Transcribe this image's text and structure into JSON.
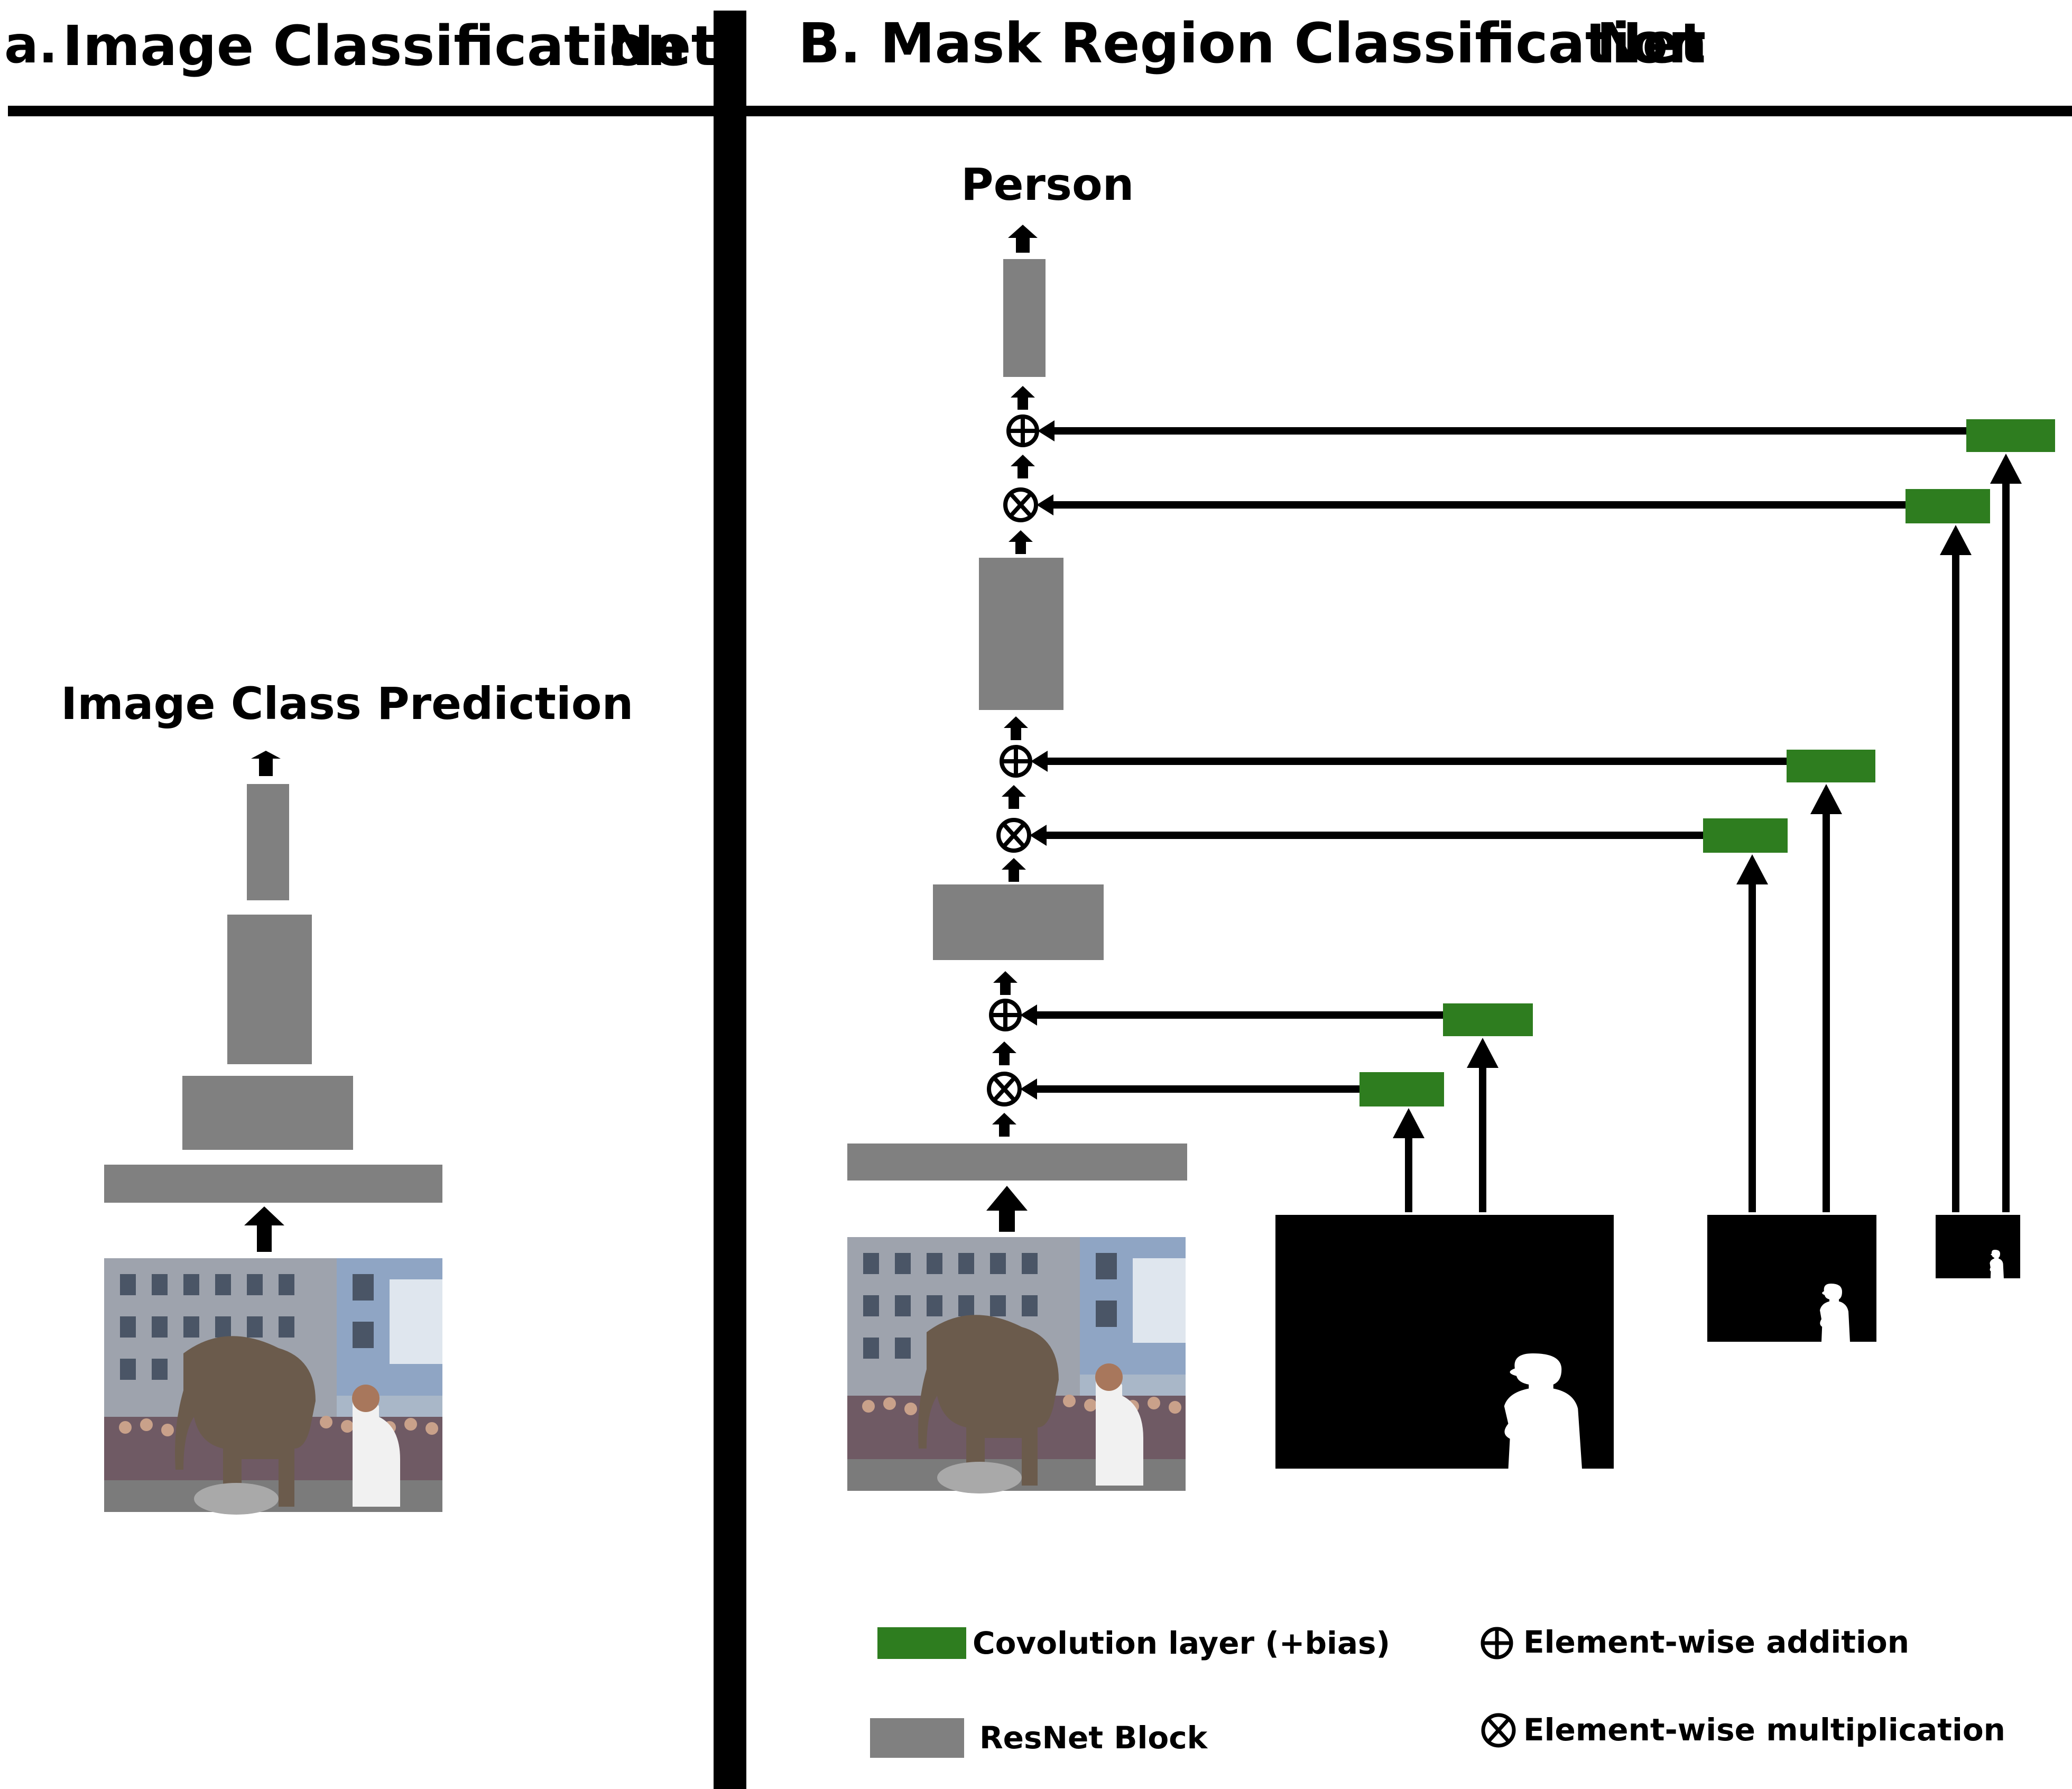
{
  "panel_a": {
    "letter": "a.",
    "title": "Image Classification",
    "title_tail": "Net",
    "output_label": "Image Class Prediction"
  },
  "panel_b": {
    "title": "B. Mask Region Classification",
    "title_tail": "Net",
    "output_label": "Person"
  },
  "legend": {
    "conv_label": "Covolution layer (+bias)",
    "resnet_label": "ResNet Block",
    "add_label": "Element-wise addition",
    "mult_label": "Element-wise multiplication"
  },
  "colors": {
    "resnet_block": "#808080",
    "conv_layer": "#2e7d1f",
    "line": "#000000",
    "mask_bg": "#000000",
    "mask_fg": "#ffffff"
  },
  "icons": {
    "add": "circled-plus-icon",
    "multiply": "circled-x-icon",
    "arrow": "up-arrow-icon"
  }
}
